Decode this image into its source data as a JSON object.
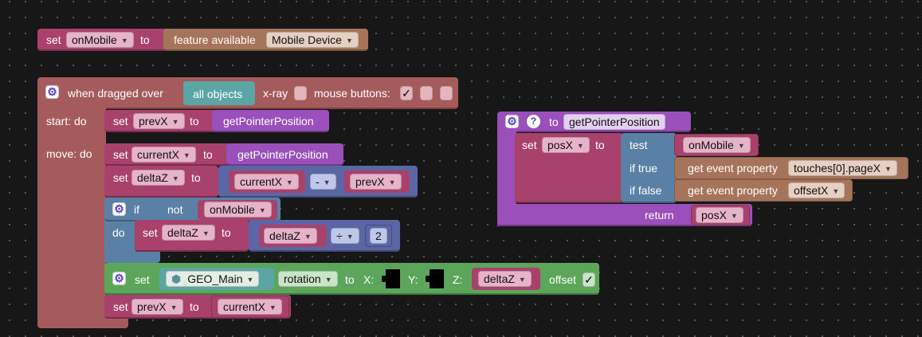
{
  "colors": {
    "background": "#171717",
    "event_block": "#a55b5b",
    "set_block": "#a8416c",
    "procedure_block": "#9a4fbb",
    "logic_block": "#5b80a5",
    "math_block": "#5b67a5",
    "object_block": "#5ca65c",
    "text_block": "#a5745b",
    "teal_block": "#5ba5a5"
  },
  "block1": {
    "set": "set",
    "var": "onMobile",
    "to": "to",
    "feature_label": "feature available",
    "feature_value": "Mobile Device"
  },
  "event": {
    "when_label": "when dragged over",
    "target": "all objects",
    "xray": "x-ray",
    "mouse_buttons": "mouse buttons:",
    "check_mark": "✓",
    "start_do": "start: do",
    "move_do": "move: do",
    "s1": {
      "set": "set",
      "var": "prevX",
      "to": "to",
      "call": "getPointerPosition"
    },
    "s2": {
      "set": "set",
      "var": "currentX",
      "to": "to",
      "call": "getPointerPosition"
    },
    "s3": {
      "set": "set",
      "var": "deltaZ",
      "to": "to",
      "left": "currentX",
      "op": "-",
      "right": "prevX"
    },
    "if_block": {
      "if": "if",
      "not": "not",
      "cond": "onMobile",
      "do": "do",
      "set": "set",
      "var": "deltaZ",
      "to": "to",
      "left": "deltaZ",
      "op": "÷",
      "right": "2"
    },
    "geo": {
      "set": "set",
      "object": "GEO_Main",
      "property": "rotation",
      "to": "to",
      "x": "X:",
      "y": "Y:",
      "z": "Z:",
      "z_value": "deltaZ",
      "offset": "offset",
      "offset_check": "✓"
    },
    "s4": {
      "set": "set",
      "var": "prevX",
      "to": "to",
      "value": "currentX"
    }
  },
  "procedure": {
    "to": "to",
    "name": "getPointerPosition",
    "set": "set",
    "var": "posX",
    "set_to": "to",
    "test": "test",
    "test_value": "onMobile",
    "if_true": "if true",
    "true_get": "get event property",
    "true_prop": "touches[0].pageX",
    "if_false": "if false",
    "false_get": "get event property",
    "false_prop": "offsetX",
    "return": "return",
    "return_value": "posX"
  }
}
